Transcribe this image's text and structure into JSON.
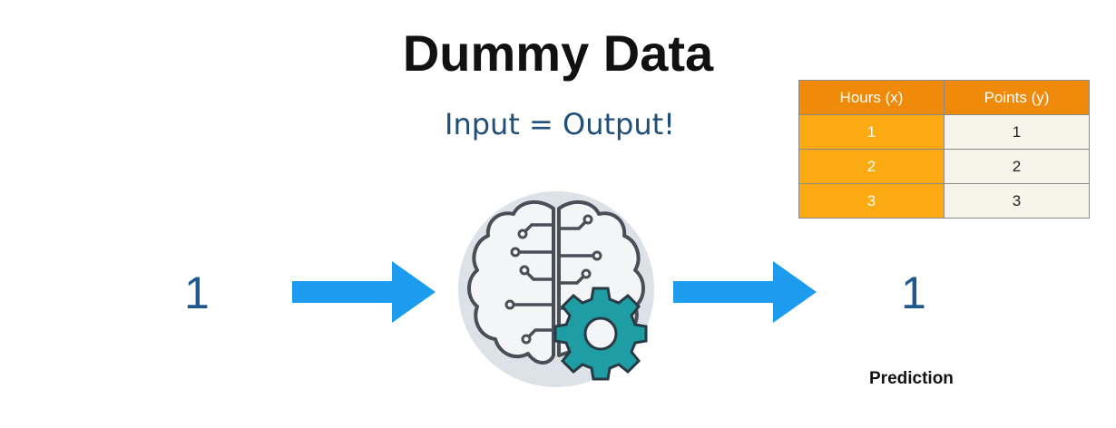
{
  "title": "Dummy Data",
  "subtitle": "Input = Output!",
  "input_value": "1",
  "output_value": "1",
  "prediction_label": "Prediction",
  "icons": [
    "right-arrow-icon",
    "brain-icon",
    "gear-icon"
  ],
  "colors": {
    "arrow": "#1c9bef",
    "circle": "#dde2e8",
    "gear": "#1e9ea4",
    "header": "#f08a0a",
    "xcol": "#fbaa12",
    "ycol": "#f7f4e9",
    "number": "#1f5a8f"
  },
  "table": {
    "headers": [
      "Hours (x)",
      "Points (y)"
    ],
    "rows": [
      [
        "1",
        "1"
      ],
      [
        "2",
        "2"
      ],
      [
        "3",
        "3"
      ]
    ]
  }
}
